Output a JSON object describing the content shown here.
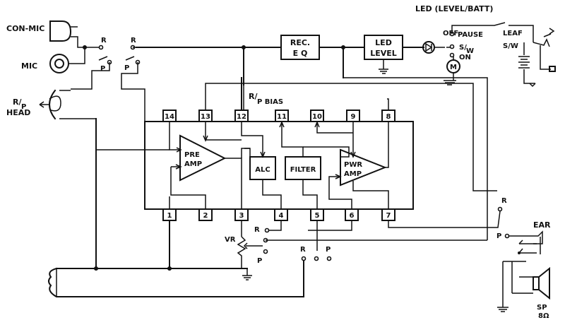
{
  "labels": {
    "con_mic": "CON-MIC",
    "mic": "MIC",
    "rp_head_1": "R/",
    "rp_head_2": "P",
    "head": "HEAD",
    "rp_bias_1": "R/",
    "rp_bias_2": "P BIAS",
    "led_title": "LED (LEVEL/BATT)",
    "off": "OFF",
    "pause": "PAUSE",
    "sw1": "S/",
    "sw2": "W",
    "on": "ON",
    "leaf": "LEAF",
    "leaf_sw": "S/W",
    "motor": "M",
    "vr": "VR",
    "ear": "EAR",
    "sp": "SP",
    "sp_ohm": "8Ω",
    "r": "R",
    "p": "P"
  },
  "blocks": {
    "rec_eq_1": "REC.",
    "rec_eq_2": "E Q",
    "led_level_1": "LED",
    "led_level_2": "LEVEL",
    "alc": "ALC",
    "filter": "FILTER",
    "pre_amp_1": "PRE",
    "pre_amp_2": "AMP",
    "pwr_amp_1": "PWR",
    "pwr_amp_2": "AMP"
  },
  "pins": {
    "top": [
      "14",
      "13",
      "12",
      "11",
      "10",
      "9",
      "8"
    ],
    "bottom": [
      "1",
      "2",
      "3",
      "4",
      "5",
      "6",
      "7"
    ]
  }
}
